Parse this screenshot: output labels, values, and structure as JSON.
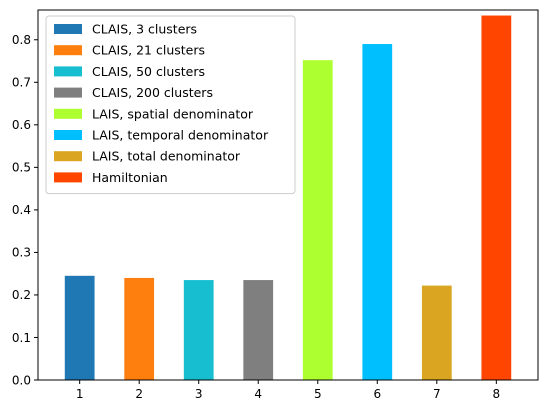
{
  "chart_data": {
    "type": "bar",
    "title": "",
    "xlabel": "",
    "ylabel": "",
    "categories": [
      "1",
      "2",
      "3",
      "4",
      "5",
      "6",
      "7",
      "8"
    ],
    "ylim": [
      0,
      0.87
    ],
    "yticks": [
      "0.0",
      "0.1",
      "0.2",
      "0.3",
      "0.4",
      "0.5",
      "0.6",
      "0.7",
      "0.8"
    ],
    "grid": false,
    "legend_position": "top-left",
    "series": [
      {
        "name": "CLAIS, 3 clusters",
        "x": "1",
        "value": 0.245,
        "color": "#1f77b4"
      },
      {
        "name": "CLAIS, 21 clusters",
        "x": "2",
        "value": 0.24,
        "color": "#ff7f0e"
      },
      {
        "name": "CLAIS, 50 clusters",
        "x": "3",
        "value": 0.235,
        "color": "#17becf"
      },
      {
        "name": "CLAIS, 200 clusters",
        "x": "4",
        "value": 0.235,
        "color": "#7f7f7f"
      },
      {
        "name": "LAIS, spatial denominator",
        "x": "5",
        "value": 0.752,
        "color": "#adff2f"
      },
      {
        "name": "LAIS, temporal denominator",
        "x": "6",
        "value": 0.79,
        "color": "#00bfff"
      },
      {
        "name": "LAIS, total denominator",
        "x": "7",
        "value": 0.222,
        "color": "#daa520"
      },
      {
        "name": "Hamiltonian",
        "x": "8",
        "value": 0.857,
        "color": "#ff4500"
      }
    ]
  }
}
